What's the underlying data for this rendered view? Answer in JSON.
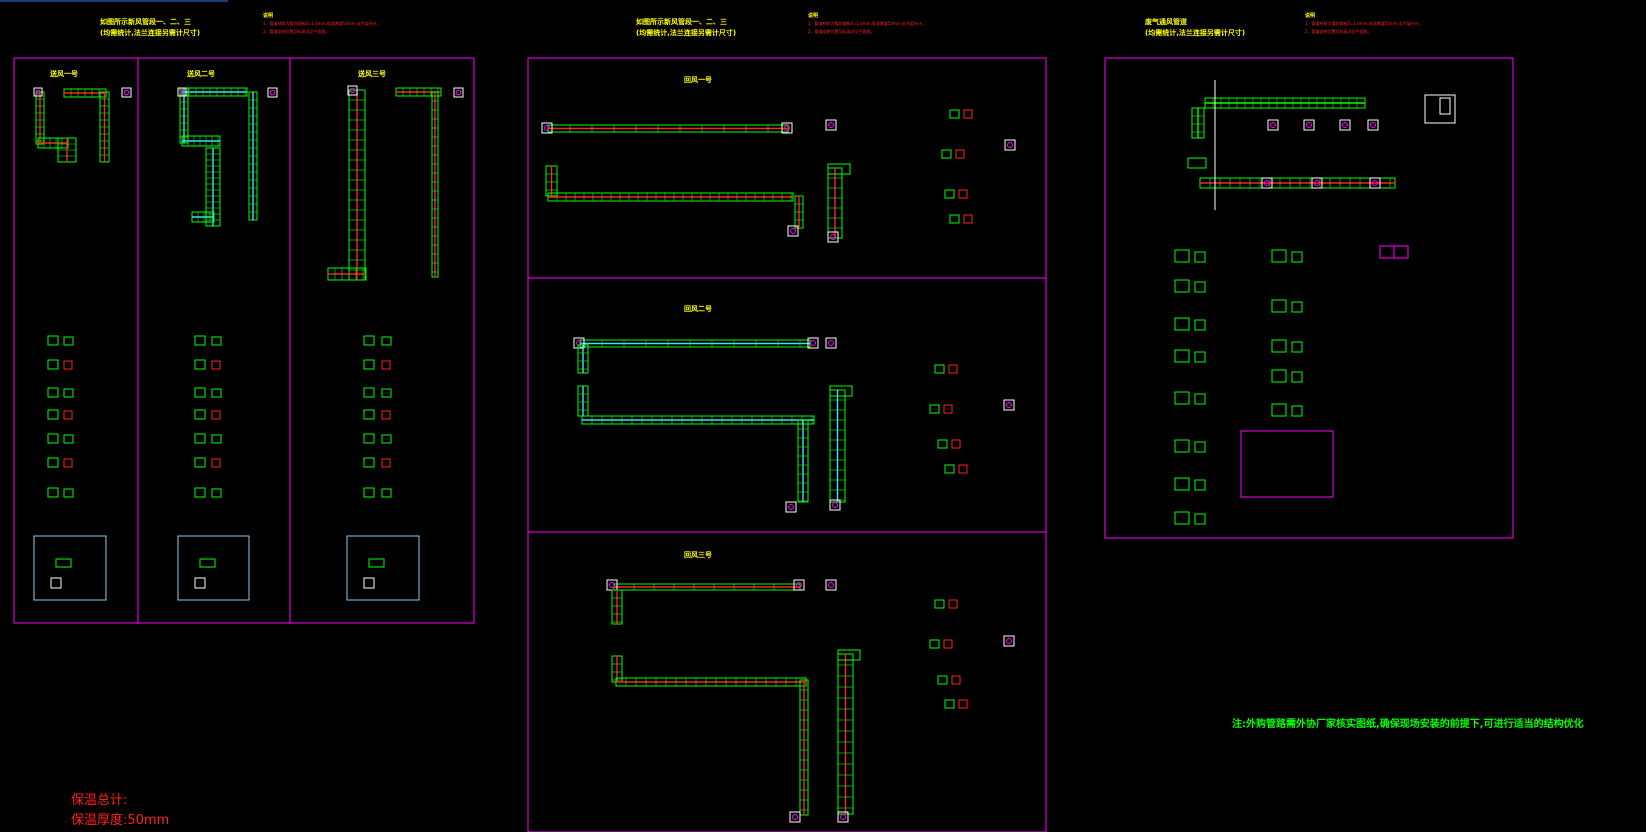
{
  "drawing": {
    "headers": [
      {
        "line1": "如图所示新风管段一、二、三",
        "line2": "(均需统计,法兰连接另需计尺寸)"
      },
      {
        "line1": "如图所示新风管段一、二、三",
        "line2": "(均需统计,法兰连接另需计尺寸)"
      },
      {
        "line1": "废气通风管道",
        "line2": "(均需统计,法兰连接另需计尺寸)"
      }
    ],
    "notes": {
      "heading": "说明",
      "items_a": [
        "1、管道材质为镀锌钢板δ=1.0mm,保温厚度50mm,支吊架另计。",
        "2、管道安装位置及标高详见平面图。"
      ],
      "items_b": [
        "1、管道材质为镀锌钢板δ=1.0mm,保温厚度50mm,支吊架另计。",
        "2、管道安装位置及标高详见平面图。"
      ],
      "items_c": [
        "1、管道材质为镀锌钢板δ=1.0mm,保温厚度50mm,支吊架另计。",
        "2、管道安装位置及标高详见平面图。"
      ]
    },
    "left_panel": {
      "columns": [
        {
          "label": "送风一号"
        },
        {
          "label": "送风二号"
        },
        {
          "label": "送风三号"
        }
      ]
    },
    "middle_panel": {
      "sections": [
        {
          "label": "回风一号"
        },
        {
          "label": "回风二号"
        },
        {
          "label": "回风三号"
        }
      ]
    },
    "insulation": {
      "line1": "保温总计:",
      "line2": "保温厚度:50mm"
    },
    "bottom_note": "注:外购管路需外协厂家核实图纸,确保现场安装的前提下,可进行适当的结构优化",
    "colors": {
      "magenta": "#ff00ff",
      "green": "#00ff00",
      "red": "#ff2020",
      "cyan": "#40e0ff",
      "yellow": "#ffff00",
      "white": "#ffffff",
      "blue_box": "#87ceeb"
    }
  }
}
